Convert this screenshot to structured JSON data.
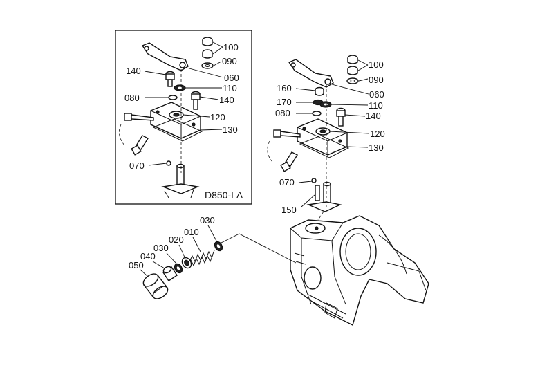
{
  "inset": {
    "title": "D850-LA",
    "labels": {
      "p100": "100",
      "p090": "090",
      "p140a": "140",
      "p060": "060",
      "p110": "110",
      "p080": "080",
      "p140b": "140",
      "p120": "120",
      "p130": "130",
      "p070": "070"
    }
  },
  "main": {
    "labels": {
      "p100": "100",
      "p090": "090",
      "p160": "160",
      "p060": "060",
      "p170": "170",
      "p110": "110",
      "p080": "080",
      "p140": "140",
      "p120": "120",
      "p130": "130",
      "p070": "070",
      "p150": "150"
    }
  },
  "lower": {
    "labels": {
      "p030a": "030",
      "p010": "010",
      "p020": "020",
      "p030b": "030",
      "p040": "040",
      "p050": "050"
    }
  }
}
